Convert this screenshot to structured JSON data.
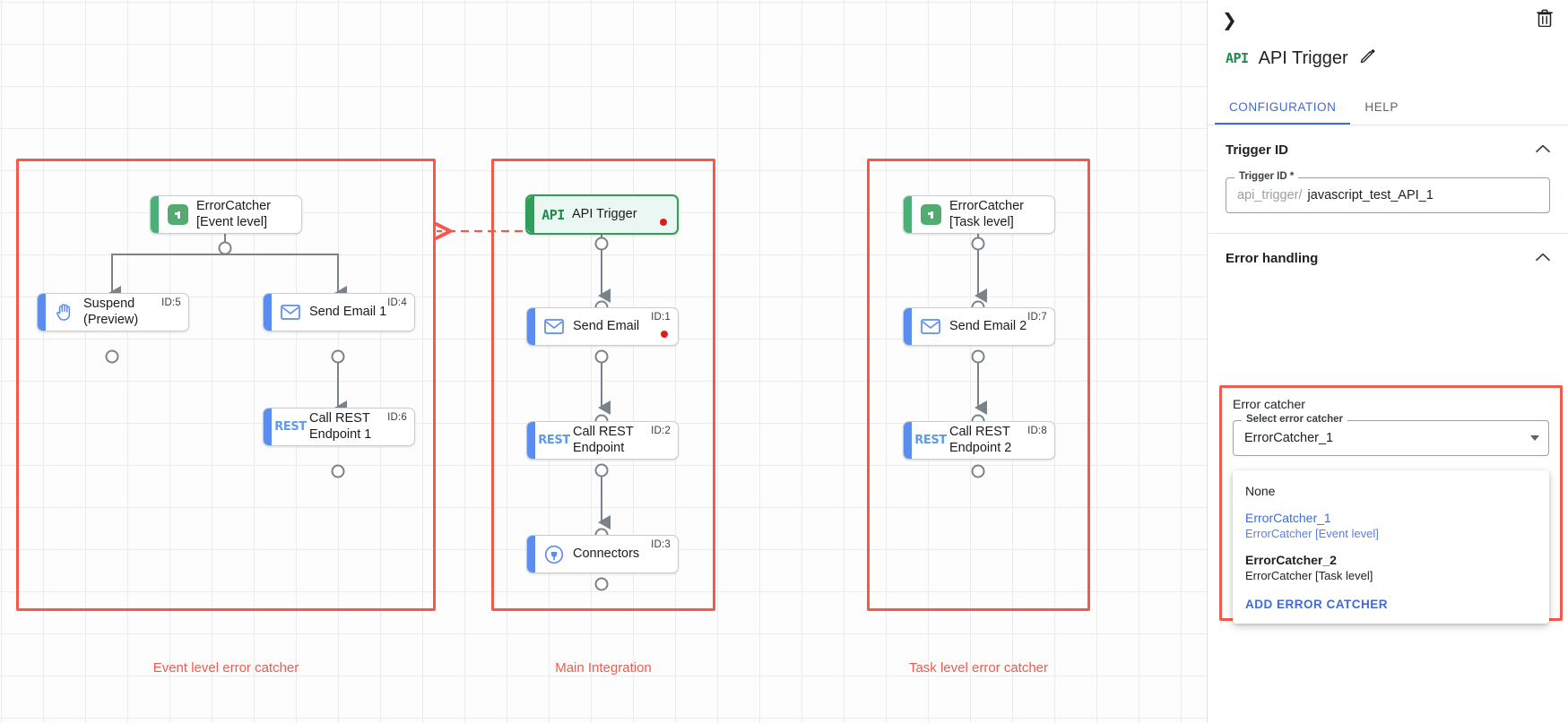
{
  "canvas": {
    "groups": [
      {
        "caption": "Event level error catcher"
      },
      {
        "caption": "Main Integration"
      },
      {
        "caption": "Task level error catcher"
      }
    ],
    "nodes": [
      {
        "key": "errorcatcher_event",
        "label": "ErrorCatcher\n[Event level]",
        "icon": "error-catcher-icon",
        "id_tag": "",
        "accent": "green"
      },
      {
        "key": "suspend",
        "label": "Suspend\n(Preview)",
        "icon": "hand-icon",
        "id_tag": "ID:5",
        "accent": "blue"
      },
      {
        "key": "send_email_1",
        "label": "Send Email 1",
        "icon": "envelope-icon",
        "id_tag": "ID:4",
        "accent": "blue"
      },
      {
        "key": "call_rest_1",
        "label": "Call REST\nEndpoint 1",
        "icon": "rest-icon",
        "id_tag": "ID:6",
        "accent": "blue"
      },
      {
        "key": "api_trigger",
        "label": "API Trigger",
        "icon": "api-icon",
        "id_tag": "",
        "accent": "green"
      },
      {
        "key": "send_email",
        "label": "Send Email",
        "icon": "envelope-icon",
        "id_tag": "ID:1",
        "accent": "blue"
      },
      {
        "key": "call_rest",
        "label": "Call REST\nEndpoint",
        "icon": "rest-icon",
        "id_tag": "ID:2",
        "accent": "blue"
      },
      {
        "key": "connectors",
        "label": "Connectors",
        "icon": "connector-plug-icon",
        "id_tag": "ID:3",
        "accent": "blue"
      },
      {
        "key": "errorcatcher_task",
        "label": "ErrorCatcher\n[Task level]",
        "icon": "error-catcher-icon",
        "id_tag": "",
        "accent": "green"
      },
      {
        "key": "send_email_2",
        "label": "Send Email 2",
        "icon": "envelope-icon",
        "id_tag": "ID:7",
        "accent": "blue"
      },
      {
        "key": "call_rest_2",
        "label": "Call REST\nEndpoint 2",
        "icon": "rest-icon",
        "id_tag": "ID:8",
        "accent": "blue"
      }
    ],
    "colors": {
      "group_border": "#f4594a",
      "caption": "#f4594a",
      "node_accent_blue": "#5b8def",
      "node_accent_green": "#4caf78",
      "selected_border": "#2e9e5b",
      "selected_fill": "#eaf7f2",
      "error_dot": "#e01b1b",
      "wire": "#7b8288"
    }
  },
  "panel": {
    "collapse_icon": "chevron-right-icon",
    "delete_icon": "trash-icon",
    "type_badge": "API",
    "title": "API Trigger",
    "edit_icon": "pencil-icon",
    "tabs": [
      {
        "label": "CONFIGURATION",
        "active": true
      },
      {
        "label": "HELP",
        "active": false
      }
    ],
    "sections": {
      "trigger_id": {
        "heading": "Trigger ID",
        "field_legend": "Trigger ID *",
        "prefix": "api_trigger/",
        "value": "javascript_test_API_1",
        "placeholder": "javascript_test_API_1"
      },
      "error_handling": {
        "heading": "Error handling",
        "error_catcher_label": "Error catcher",
        "select_legend": "Select error catcher",
        "select_value": "ErrorCatcher_1",
        "options": [
          {
            "line1": "None",
            "line2": "",
            "selected": false,
            "bold": false
          },
          {
            "line1": "ErrorCatcher_1",
            "line2": "ErrorCatcher [Event level]",
            "selected": true,
            "bold": false
          },
          {
            "line1": "ErrorCatcher_2",
            "line2": "ErrorCatcher [Task level]",
            "selected": false,
            "bold": true
          }
        ],
        "add_action": "ADD ERROR CATCHER"
      }
    },
    "accent": "#3f6ad8"
  }
}
